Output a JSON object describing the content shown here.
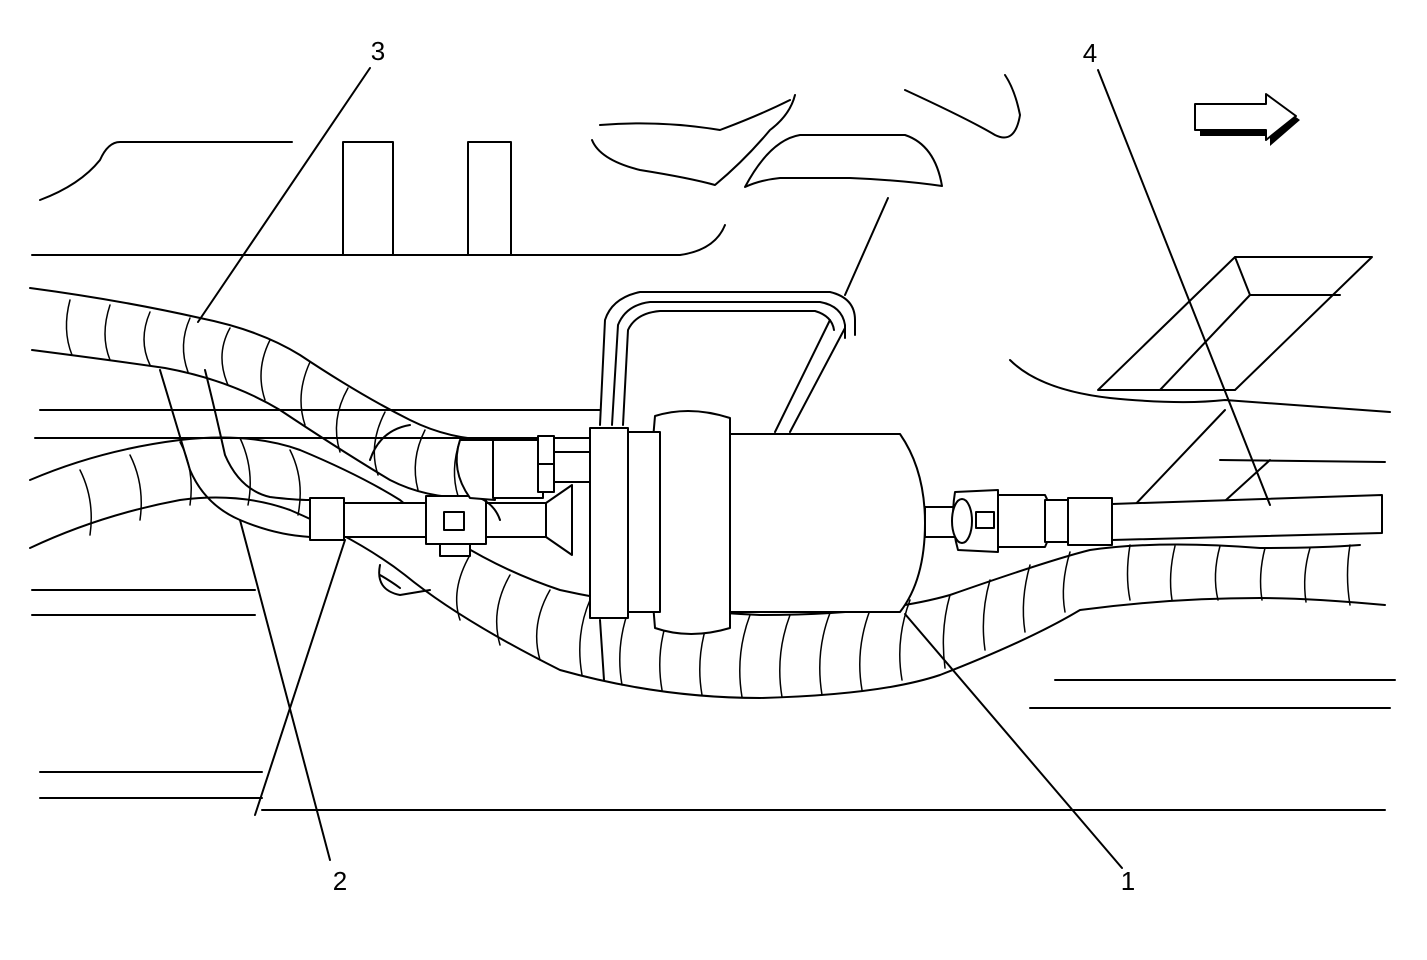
{
  "diagram": {
    "callouts": [
      {
        "id": "1",
        "label": "1"
      },
      {
        "id": "2",
        "label": "2"
      },
      {
        "id": "3",
        "label": "3"
      },
      {
        "id": "4",
        "label": "4"
      }
    ],
    "direction_arrow": {
      "icon": "right-arrow-icon",
      "direction": "right"
    },
    "colors": {
      "line": "#000000",
      "background": "#ffffff"
    }
  }
}
